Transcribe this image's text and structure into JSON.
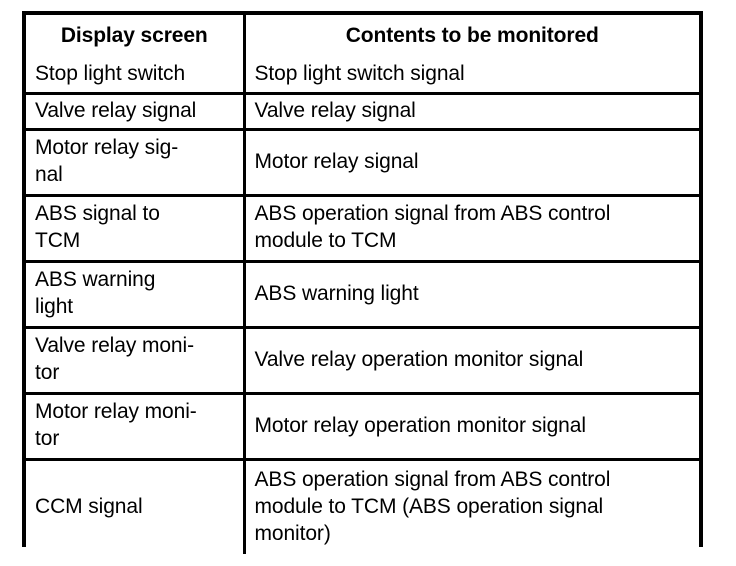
{
  "document": {
    "title": "Display screen / Contents to be monitored",
    "background_color": "#ffffff",
    "text_color": "#000000",
    "border_color": "#000000"
  },
  "table": {
    "name": "monitor-table",
    "columns": [
      {
        "key": "display_screen",
        "header": "Display screen",
        "align": "center"
      },
      {
        "key": "contents",
        "header": "Contents to be monitored",
        "align": "center"
      }
    ],
    "rows": [
      {
        "display_screen": "Stop light switch",
        "contents": "Stop light switch signal",
        "lines_screen": 1,
        "lines_contents": 1
      },
      {
        "display_screen": "Valve relay signal",
        "contents": "Valve relay signal",
        "lines_screen": 1,
        "lines_contents": 1
      },
      {
        "display_screen": "Motor relay sig-\nnal",
        "contents": "Motor relay signal",
        "lines_screen": 2,
        "lines_contents": 1
      },
      {
        "display_screen": "ABS signal to\nTCM",
        "contents": "ABS operation signal from ABS control\nmodule to TCM",
        "lines_screen": 2,
        "lines_contents": 2
      },
      {
        "display_screen": "ABS warning\nlight",
        "contents": "ABS warning light",
        "lines_screen": 2,
        "lines_contents": 1
      },
      {
        "display_screen": "Valve relay moni-\ntor",
        "contents": "Valve relay operation monitor signal",
        "lines_screen": 2,
        "lines_contents": 1
      },
      {
        "display_screen": "Motor relay moni-\ntor",
        "contents": "Motor relay operation monitor signal",
        "lines_screen": 2,
        "lines_contents": 1
      },
      {
        "display_screen": "CCM signal",
        "contents": "ABS operation signal from ABS control\nmodule to TCM (ABS operation signal\nmonitor)",
        "lines_screen": 1,
        "lines_contents": 3
      }
    ]
  }
}
